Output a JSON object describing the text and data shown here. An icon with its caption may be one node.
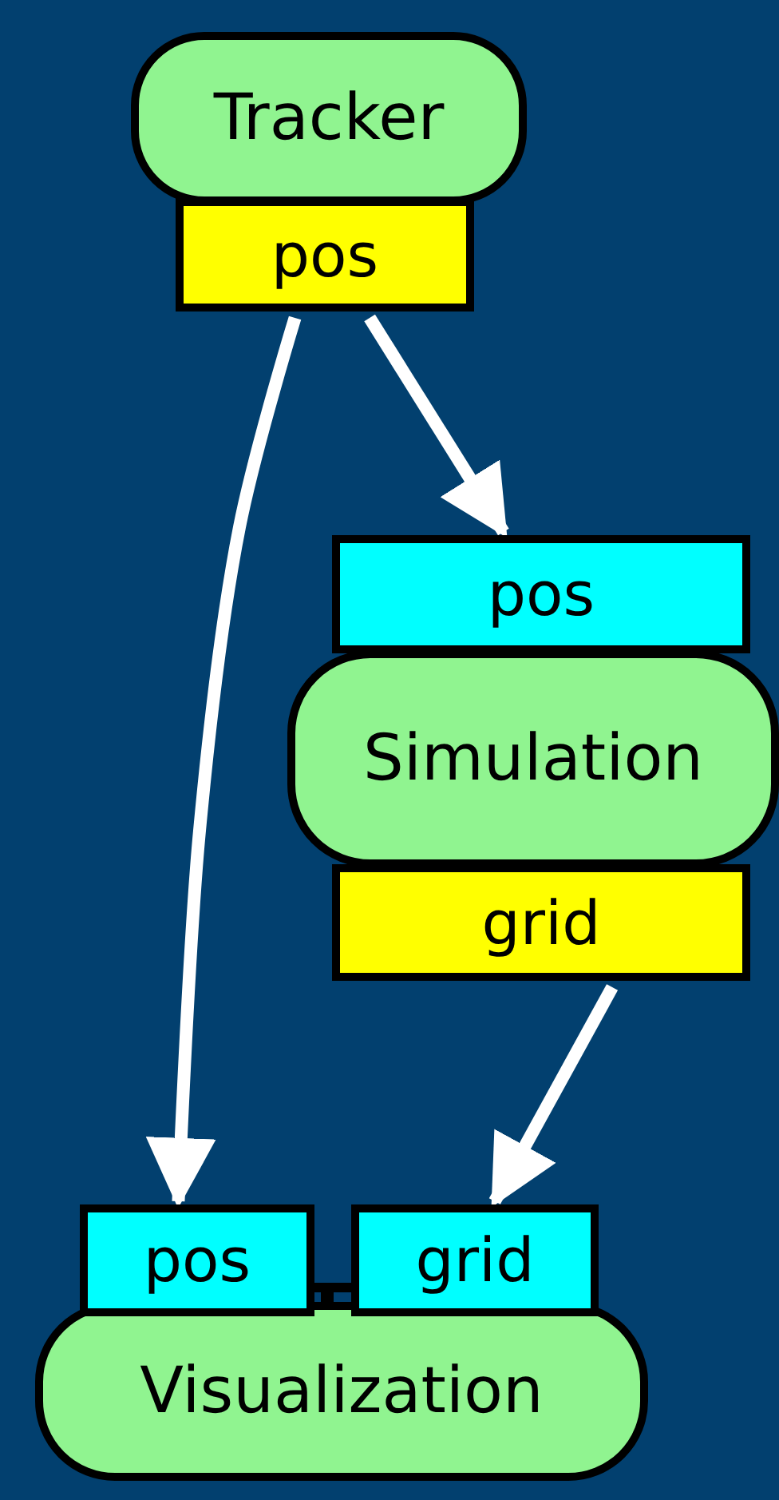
{
  "diagram": {
    "nodes": [
      {
        "text": [
          "Tracker"
        ]
      },
      {
        "text": [
          "pos"
        ]
      },
      {
        "text": [
          "pos"
        ]
      },
      {
        "text": [
          "Simulation"
        ]
      },
      {
        "text": [
          "grid"
        ]
      },
      {
        "text": [
          "pos"
        ]
      },
      {
        "text": [
          "grid"
        ]
      },
      {
        "text": [
          "Visualization"
        ]
      },
      {
        "text": [],
        "shape": "bar"
      }
    ],
    "edges": [
      {
        "from": 1,
        "to": 5,
        "arrow": "to"
      },
      {
        "from": 1,
        "to": 2,
        "arrow": "to"
      },
      {
        "from": 4,
        "to": 6,
        "arrow": "to"
      }
    ]
  }
}
